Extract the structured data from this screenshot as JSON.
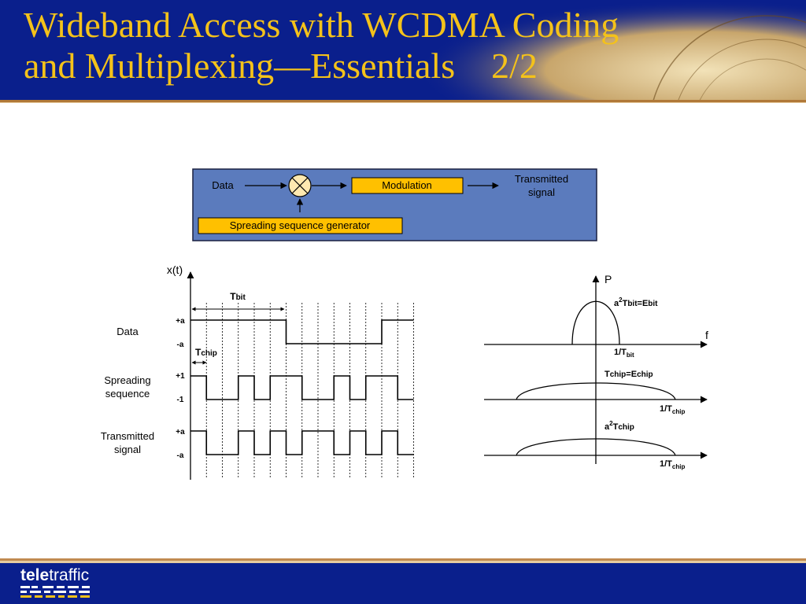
{
  "slide": {
    "title_line1": "Wideband Access with WCDMA Coding",
    "title_line2": "and Multiplexing—Essentials    2/2"
  },
  "block_diagram": {
    "data_label": "Data",
    "modulation_label": "Modulation",
    "transmitted_line1": "Transmitted",
    "transmitted_line2": "signal",
    "spreading_generator_label": "Spreading sequence generator",
    "background_color": "#5b7bbd",
    "block_color": "#ffc000"
  },
  "time_diagram": {
    "y_axis_label": "x(t)",
    "tbit_main": "T",
    "tbit_sub": "bit",
    "tchip_main": "T",
    "tchip_sub": "chip",
    "rows": [
      {
        "label_line1": "Data",
        "label_line2": "",
        "level_high": "+a",
        "level_low": "-a"
      },
      {
        "label_line1": "Spreading",
        "label_line2": "sequence",
        "level_high": "+1",
        "level_low": "-1"
      },
      {
        "label_line1": "Transmitted",
        "label_line2": "signal",
        "level_high": "+a",
        "level_low": "-a"
      }
    ],
    "data_bits": [
      1,
      0,
      1
    ],
    "spreading_chips": [
      1,
      -1,
      -1,
      1,
      -1,
      1,
      1,
      -1,
      -1,
      1,
      -1,
      1,
      1,
      -1
    ],
    "chips_per_bit": 6
  },
  "spectrum_diagram": {
    "p_label": "P",
    "f_label": "f",
    "top_peak_label": {
      "a": "a",
      "sup": "2",
      "t": "T",
      "sub1": "bit",
      "eq": "=E",
      "sub2": "bit"
    },
    "top_axis_label": {
      "main": "1/T",
      "sub": "bit"
    },
    "mid_peak_label": {
      "t": "T",
      "sub1": "chip",
      "eq": "=E",
      "sub2": "chip"
    },
    "mid_axis_label": {
      "main": "1/T",
      "sub": "chip"
    },
    "bot_peak_label": {
      "a": "a",
      "sup": "2",
      "t": "T",
      "sub1": "chip"
    },
    "bot_axis_label": {
      "main": "1/T",
      "sub": "chip"
    }
  },
  "footer": {
    "logo_bold": "tele",
    "logo_regular": "traffic"
  }
}
